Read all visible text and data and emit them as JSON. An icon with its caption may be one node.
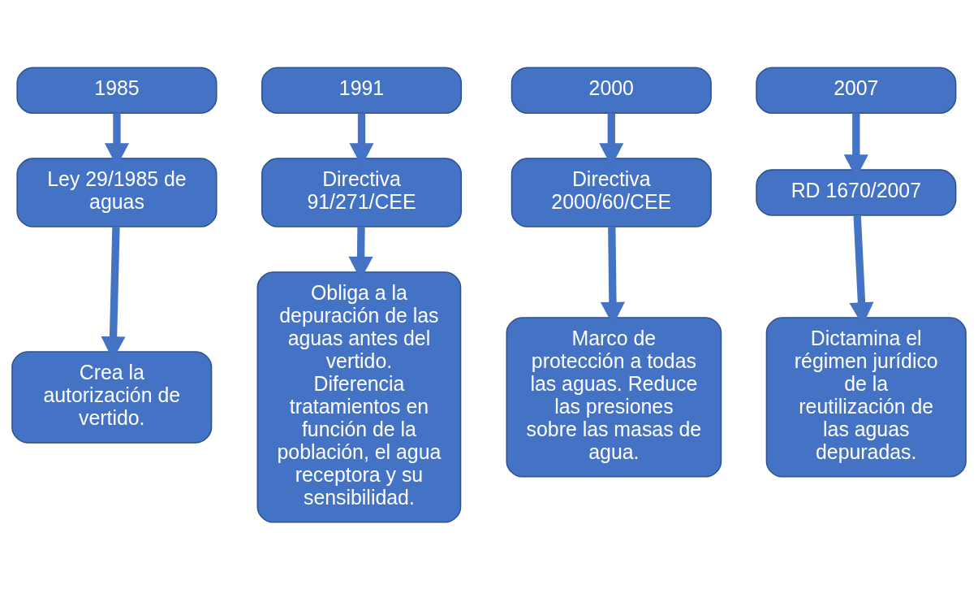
{
  "diagram": {
    "nodes": [
      {
        "text": [
          "1985"
        ]
      },
      {
        "text": [
          "1991"
        ]
      },
      {
        "text": [
          "2000"
        ]
      },
      {
        "text": [
          "2007"
        ]
      },
      {
        "text": [
          "Ley 29/1985 de aguas"
        ]
      },
      {
        "text": [
          "Directiva 91/271/CEE"
        ]
      },
      {
        "text": [
          "Directiva 2000/60/CEE"
        ]
      },
      {
        "text": [
          "RD 1670/2007"
        ]
      },
      {
        "text": [
          "Crea la autorización de vertido."
        ]
      },
      {
        "text": [
          "Obliga a la depuración de las aguas antes del vertido. Diferencia tratamientos en función de la población, el agua receptora y su sensibilidad."
        ]
      },
      {
        "text": [
          "Marco de protección a todas las aguas. Reduce las presiones sobre las masas de agua."
        ]
      },
      {
        "text": [
          "Dictamina el régimen jurídico de la reutilización de las aguas depuradas."
        ]
      }
    ],
    "edges": [
      {
        "from": 0,
        "to": 4,
        "arrow": "to"
      },
      {
        "from": 4,
        "to": 8,
        "arrow": "to"
      },
      {
        "from": 1,
        "to": 5,
        "arrow": "to"
      },
      {
        "from": 5,
        "to": 9,
        "arrow": "to"
      },
      {
        "from": 2,
        "to": 6,
        "arrow": "to"
      },
      {
        "from": 6,
        "to": 10,
        "arrow": "to"
      },
      {
        "from": 3,
        "to": 7,
        "arrow": "to"
      },
      {
        "from": 7,
        "to": 11,
        "arrow": "to"
      }
    ]
  }
}
